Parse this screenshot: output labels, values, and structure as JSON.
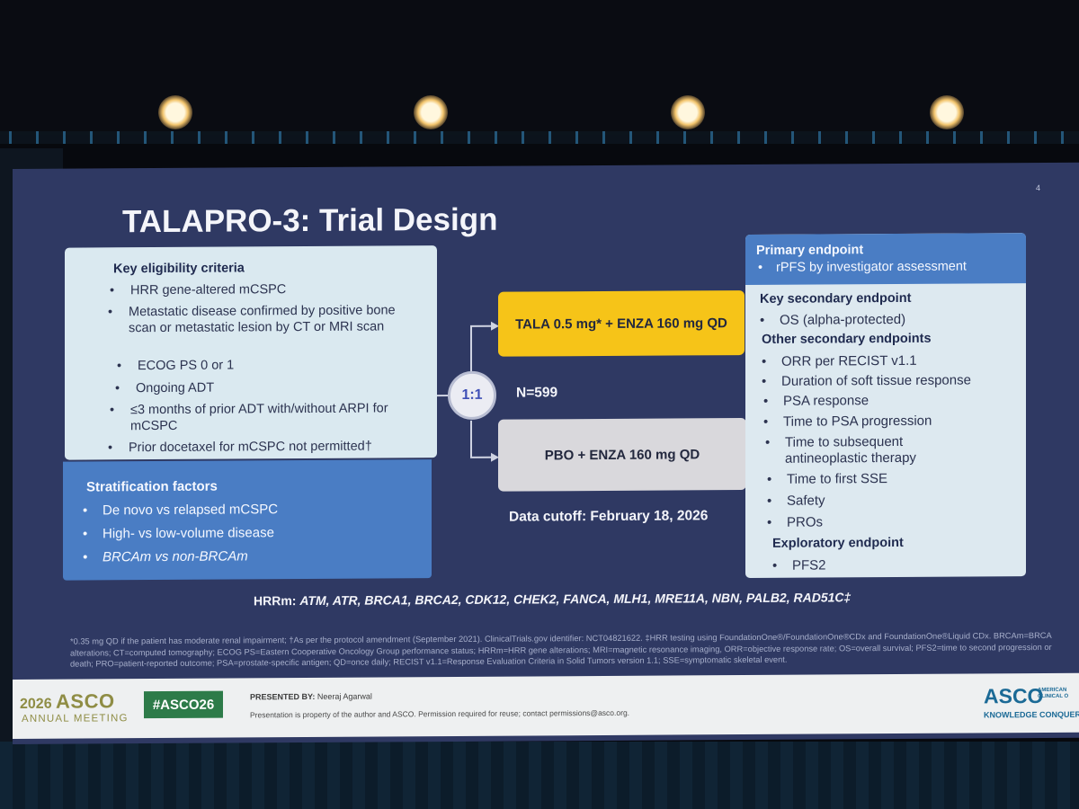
{
  "slide": {
    "page_number": "4",
    "title": "TALAPRO-3: Trial Design",
    "eligibility": {
      "heading": "Key eligibility criteria",
      "items": [
        "HRR gene-altered mCSPC",
        "Metastatic disease confirmed by positive bone scan or metastatic lesion by CT or MRI scan",
        "ECOG PS 0 or 1",
        "Ongoing ADT",
        "≤3 months of prior ADT with/without ARPI for mCSPC",
        "Prior docetaxel for mCSPC not permitted†"
      ]
    },
    "stratification": {
      "heading": "Stratification factors",
      "items": [
        "De novo vs relapsed mCSPC",
        "High- vs low-volume disease",
        "BRCAm vs non-BRCAm"
      ]
    },
    "design": {
      "ratio": "1:1",
      "n": "N=599",
      "arm_1": "TALA 0.5 mg* + ENZA 160 mg QD",
      "arm_2": "PBO + ENZA 160 mg QD",
      "data_cutoff": "Data cutoff: February 18, 2026",
      "colors": {
        "arm_1": "#f6c418",
        "arm_2": "#d9d8dc",
        "accent": "#4a7dc4"
      }
    },
    "endpoints": {
      "primary_heading": "Primary endpoint",
      "primary_items": [
        "rPFS by investigator assessment"
      ],
      "key_secondary_heading": "Key secondary endpoint",
      "key_secondary_items": [
        "OS (alpha-protected)"
      ],
      "other_secondary_heading": "Other secondary endpoints",
      "other_secondary_items": [
        "ORR per RECIST v1.1",
        "Duration of soft tissue response",
        "PSA response",
        "Time to PSA progression",
        "Time to subsequent antineoplastic therapy",
        "Time to first SSE",
        "Safety",
        "PROs"
      ],
      "exploratory_heading": "Exploratory endpoint",
      "exploratory_items": [
        "PFS2"
      ]
    },
    "hrrm_label": "HRRm:",
    "hrrm_genes": "ATM, ATR, BRCA1, BRCA2, CDK12, CHEK2, FANCA, MLH1, MRE11A, NBN, PALB2, RAD51C‡",
    "footnote": "*0.35 mg QD if the patient has moderate renal impairment; †As per the protocol amendment (September 2021). ClinicalTrials.gov identifier: NCT04821622. ‡HRR testing using FoundationOne®/FoundationOne®CDx and FoundationOne®Liquid CDx. BRCAm=BRCA alterations; CT=computed tomography; ECOG PS=Eastern Cooperative Oncology Group performance status; HRRm=HRR gene alterations; MRI=magnetic resonance imaging, ORR=objective response rate; OS=overall survival; PFS2=time to second progression or death; PRO=patient-reported outcome; PSA=prostate-specific antigen; QD=once daily; RECIST v1.1=Response Evaluation Criteria in Solid Tumors version 1.1; SSE=symptomatic skeletal event."
  },
  "footer": {
    "meeting_year": "2026",
    "meeting_brand": "ASCO",
    "meeting_sub": "ANNUAL MEETING",
    "hashtag": "#ASCO26",
    "presented_label": "PRESENTED BY:",
    "presenter": "Neeraj Agarwal",
    "property_note": "Presentation is property of the author and ASCO. Permission required for reuse; contact permissions@asco.org.",
    "logo_brand": "ASCO",
    "logo_side": "AMERICAN\nCLINICAL O",
    "logo_tagline": "KNOWLEDGE CONQUERS"
  }
}
